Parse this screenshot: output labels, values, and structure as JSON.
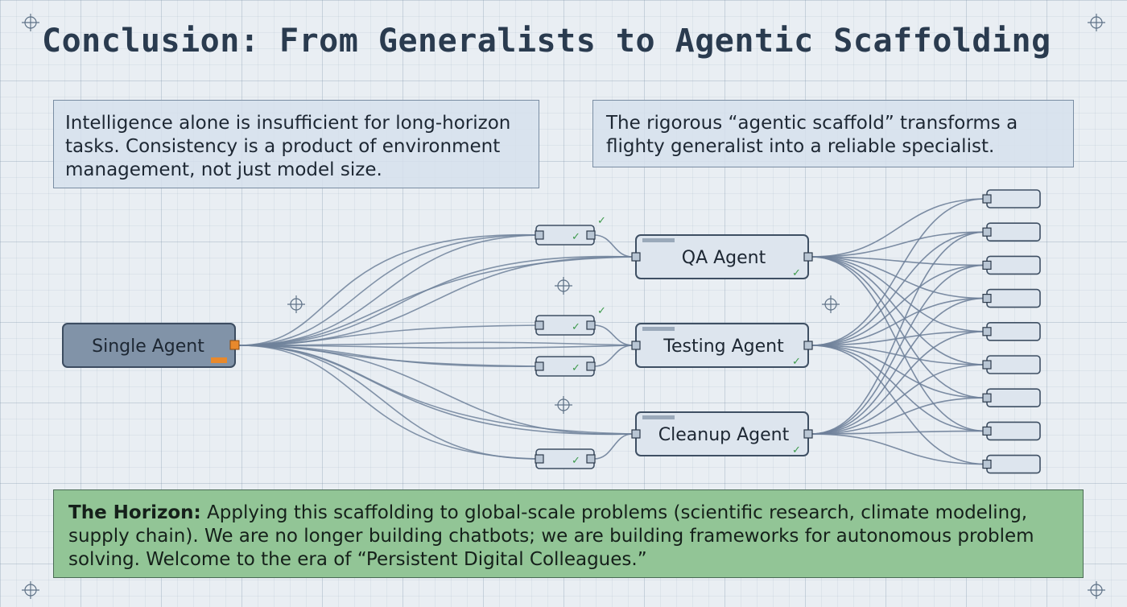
{
  "title": "Conclusion: From Generalists to Agentic Scaffolding",
  "notes": {
    "left": "Intelligence alone is insufficient for long-horizon tasks. Consistency is a product of environment management, not just model size.",
    "right": "The rigorous “agentic scaffold” transforms a flighty generalist into a reliable specialist."
  },
  "diagram": {
    "source": {
      "label": "Single Agent"
    },
    "agents": [
      {
        "label": "QA Agent"
      },
      {
        "label": "Testing Agent"
      },
      {
        "label": "Cleanup Agent"
      }
    ],
    "check_glyph": "✓",
    "output_node_count": 9,
    "colors": {
      "source_fill": "#8193a8",
      "accent_orange": "#e8892c",
      "agent_fill": "#dde5ee",
      "line": "#6f819a",
      "check": "#3e9a4c"
    }
  },
  "horizon": {
    "label": "The Horizon:",
    "text": " Applying this scaffolding to global-scale problems (scientific research, climate modeling, supply chain). We are no longer building chatbots; we are building frameworks for autonomous problem solving. Welcome to the era of “Persistent Digital Colleagues.”"
  }
}
